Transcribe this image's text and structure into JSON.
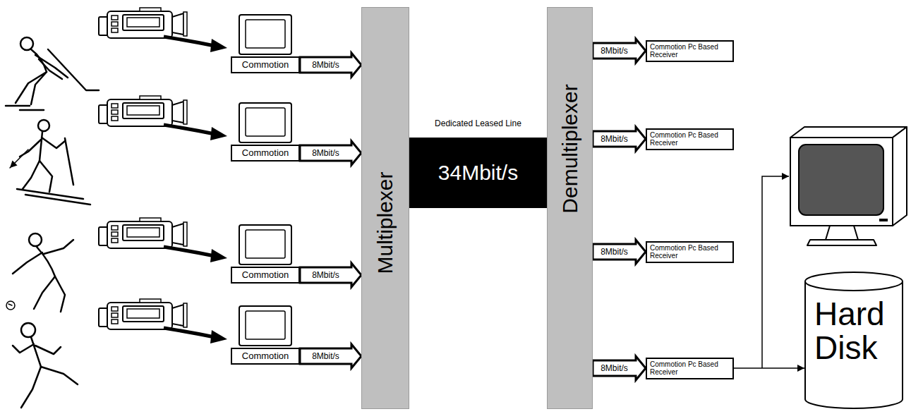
{
  "diagram": {
    "nodes": [
      {
        "text": [
          "Commotion"
        ]
      },
      {
        "text": [
          "Commotion"
        ]
      },
      {
        "text": [
          "Commotion"
        ]
      },
      {
        "text": [
          "Commotion"
        ]
      },
      {
        "text": [
          "Multiplexer"
        ]
      },
      {
        "text": [
          "Dedicated Leased Line",
          "34Mbit/s"
        ]
      },
      {
        "text": [
          "Demultiplexer"
        ]
      },
      {
        "text": [
          "Commotion Pc Based Receiver"
        ]
      },
      {
        "text": [
          "Commotion Pc Based Receiver"
        ]
      },
      {
        "text": [
          "Commotion Pc Based Receiver"
        ]
      },
      {
        "text": [
          "Commotion Pc Based Receiver"
        ]
      },
      {
        "text": [
          "Hard Disk"
        ]
      }
    ],
    "edges": [
      {
        "from": 0,
        "to": 4,
        "label": "8Mbit/s",
        "arrow": "to"
      },
      {
        "from": 1,
        "to": 4,
        "label": "8Mbit/s",
        "arrow": "to"
      },
      {
        "from": 2,
        "to": 4,
        "label": "8Mbit/s",
        "arrow": "to"
      },
      {
        "from": 3,
        "to": 4,
        "label": "8Mbit/s",
        "arrow": "to"
      },
      {
        "from": 6,
        "to": 7,
        "label": "8Mbit/s",
        "arrow": "to"
      },
      {
        "from": 6,
        "to": 8,
        "label": "8Mbit/s",
        "arrow": "to"
      },
      {
        "from": 6,
        "to": 9,
        "label": "8Mbit/s",
        "arrow": "to"
      },
      {
        "from": 6,
        "to": 10,
        "label": "8Mbit/s",
        "arrow": "to"
      },
      {
        "from": 10,
        "to": 11,
        "arrow": "to"
      }
    ]
  }
}
